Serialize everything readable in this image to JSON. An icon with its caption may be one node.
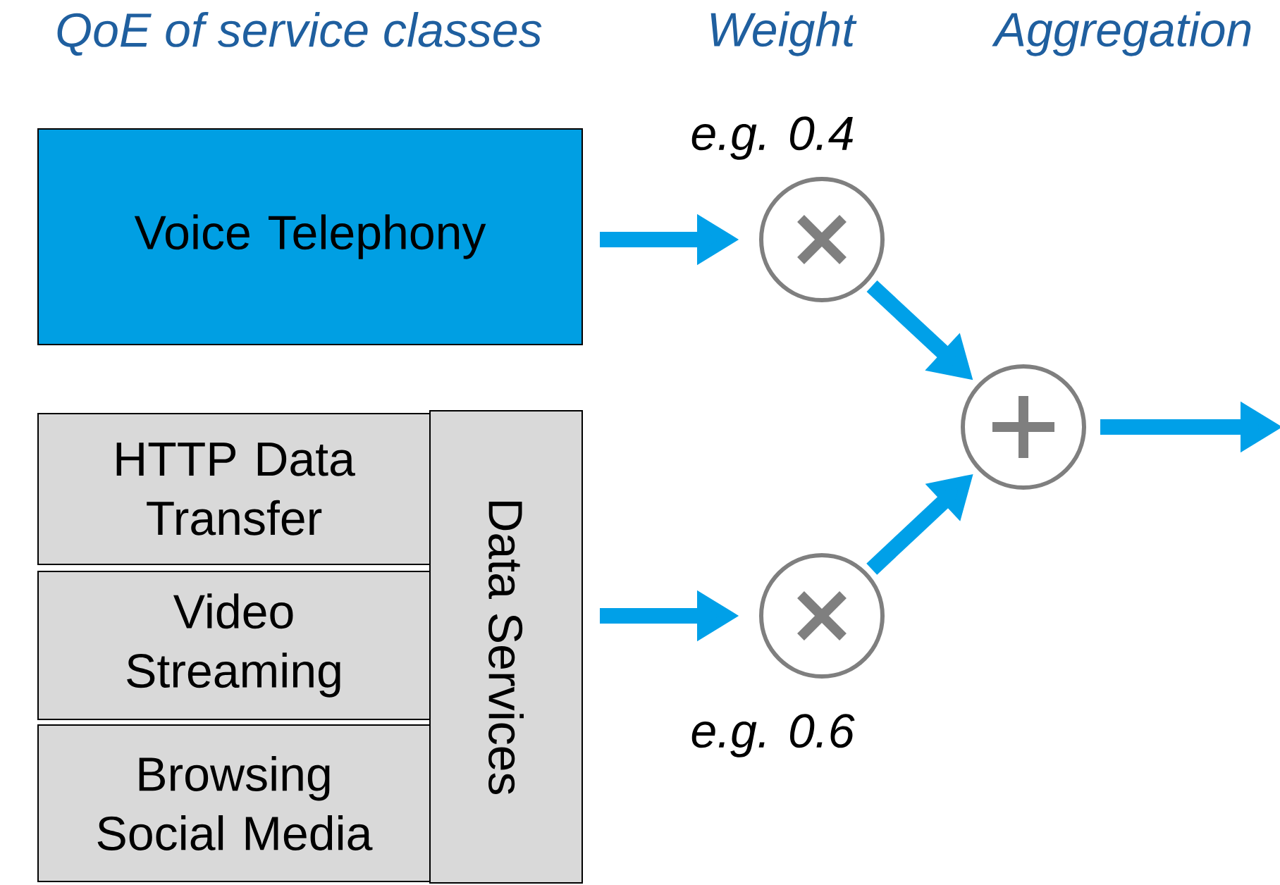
{
  "diagram": {
    "nodes": [
      {
        "text": [
          "Voice Telephony"
        ]
      },
      {
        "text": [
          "Data Services"
        ]
      },
      {
        "text": [
          "HTTP Data Transfer"
        ]
      },
      {
        "text": [
          "Video Streaming"
        ]
      },
      {
        "text": [
          "Browsing Social Media"
        ]
      },
      {
        "text": [],
        "shape": "circle",
        "beside": [
          "e.g. 0.4"
        ]
      },
      {
        "text": [],
        "shape": "circle",
        "beside": [
          "e.g. 0.6"
        ]
      },
      {
        "text": [],
        "shape": "circle"
      }
    ],
    "edges": [
      {
        "from": 0,
        "to": 5,
        "arrow": "to"
      },
      {
        "from": 1,
        "to": 6,
        "arrow": "to"
      },
      {
        "from": 5,
        "to": 7,
        "arrow": "to"
      },
      {
        "from": 6,
        "to": 7,
        "arrow": "to"
      },
      {
        "from": 7,
        "to": null,
        "arrow": "to"
      }
    ],
    "labels": [
      "QoE of service classes",
      "Weight",
      "Aggregation"
    ]
  }
}
